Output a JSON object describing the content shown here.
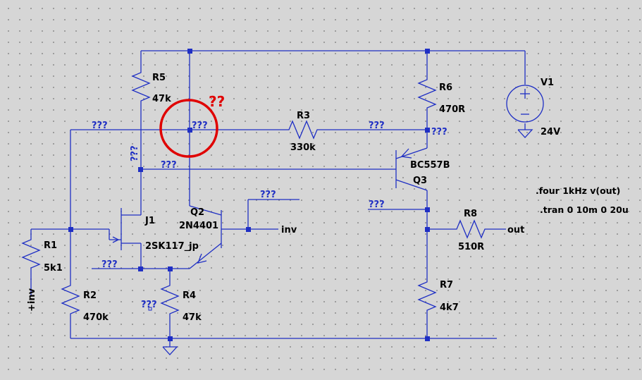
{
  "components": {
    "R1": {
      "ref": "R1",
      "value": "5k1"
    },
    "R2": {
      "ref": "R2",
      "value": "470k"
    },
    "R3": {
      "ref": "R3",
      "value": "330k"
    },
    "R4": {
      "ref": "R4",
      "value": "47k"
    },
    "R5": {
      "ref": "R5",
      "value": "47k"
    },
    "R6": {
      "ref": "R6",
      "value": "470R"
    },
    "R7": {
      "ref": "R7",
      "value": "4k7"
    },
    "R8": {
      "ref": "R8",
      "value": "510R"
    },
    "V1": {
      "ref": "V1",
      "value": "24V"
    },
    "J1": {
      "ref": "J1",
      "model": "2SK117_jp"
    },
    "Q2": {
      "ref": "Q2",
      "model": "2N4401"
    },
    "Q3": {
      "ref": "Q3",
      "model": "BC557B"
    }
  },
  "nets": {
    "unknown": "???",
    "inv": "inv",
    "out": "out",
    "plus_inv": "+inv"
  },
  "directives": {
    "four": ".four 1kHz v(out)",
    "tran": ".tran 0 10m 0 20u"
  },
  "annotation": {
    "text": "??",
    "color": "#e00000"
  },
  "colors": {
    "wire": "#1f2fc4",
    "background": "#d6d6d6",
    "highlight": "#e00000"
  }
}
